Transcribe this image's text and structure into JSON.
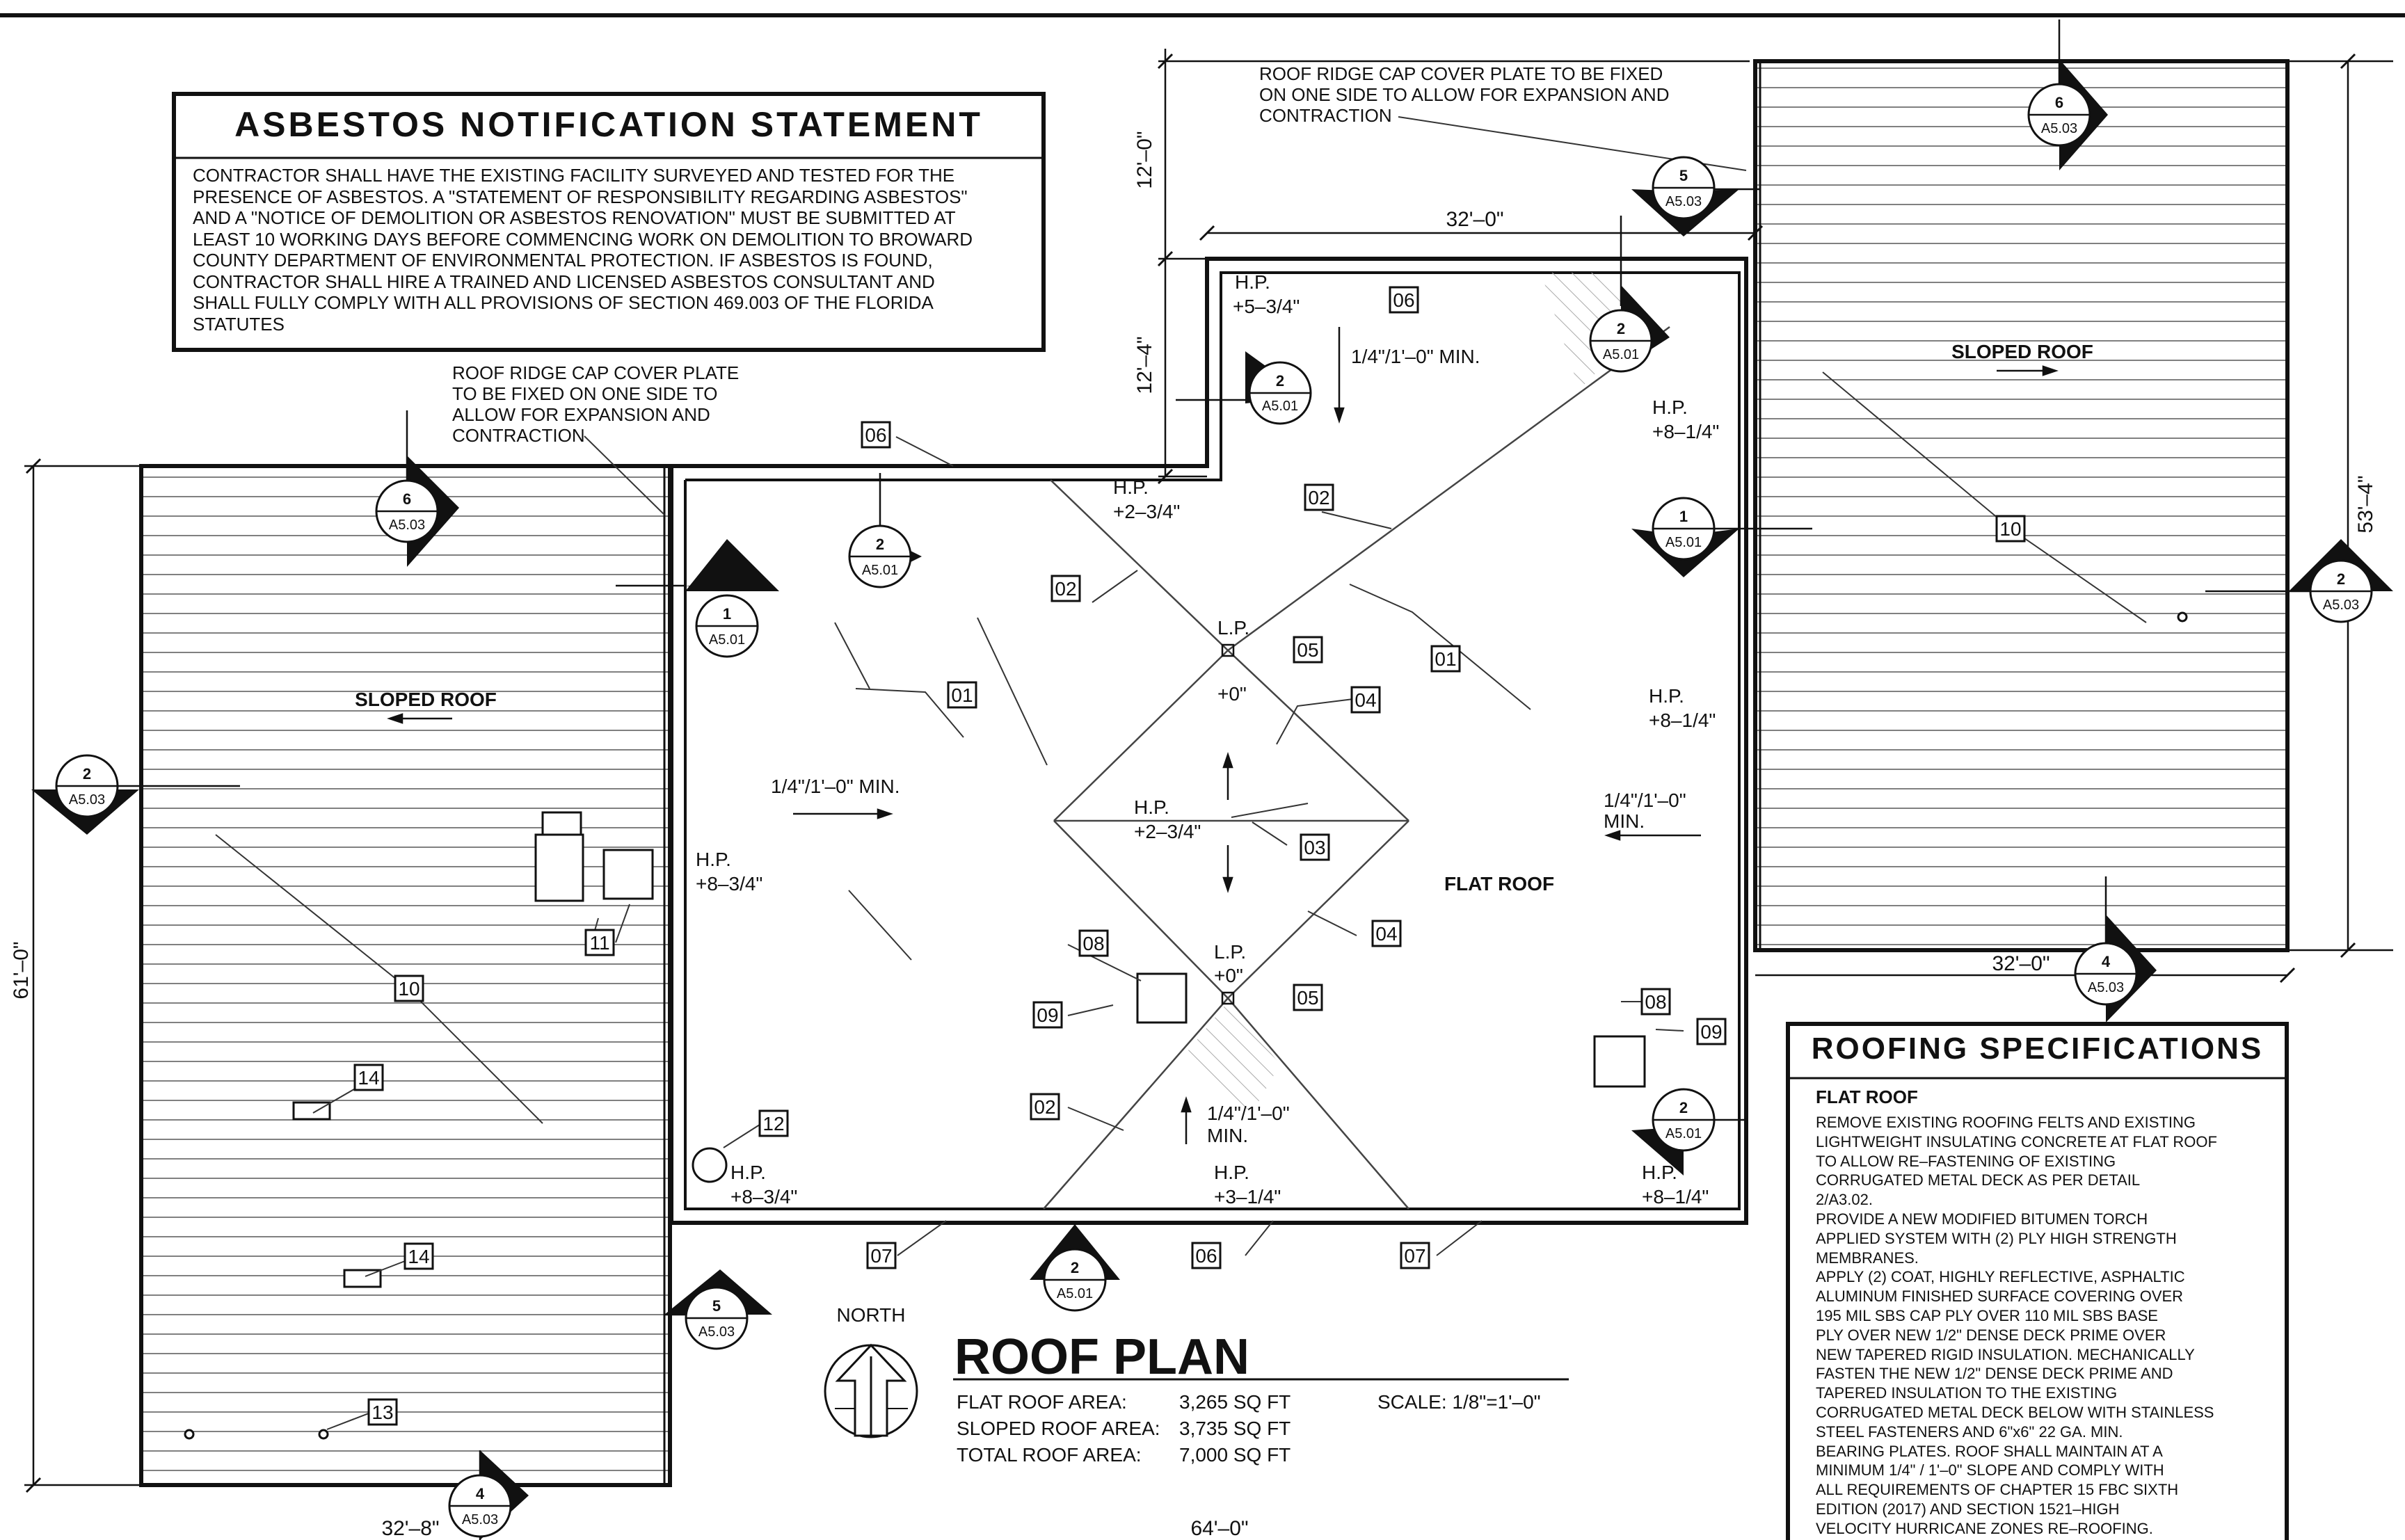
{
  "asbestos": {
    "title": "ASBESTOS NOTIFICATION STATEMENT",
    "body": "CONTRACTOR SHALL HAVE THE EXISTING FACILITY SURVEYED AND TESTED FOR THE\nPRESENCE OF ASBESTOS. A \"STATEMENT OF RESPONSIBILITY REGARDING ASBESTOS\"\nAND A \"NOTICE OF DEMOLITION OR ASBESTOS RENOVATION\" MUST BE SUBMITTED AT\nLEAST 10 WORKING DAYS BEFORE COMMENCING WORK ON DEMOLITION TO BROWARD\nCOUNTY DEPARTMENT OF ENVIRONMENTAL PROTECTION. IF ASBESTOS IS FOUND,\nCONTRACTOR SHALL HIRE A TRAINED AND LICENSED ASBESTOS CONSULTANT AND\nSHALL FULLY COMPLY WITH ALL PROVISIONS OF SECTION 469.003 OF THE FLORIDA\nSTATUTES"
  },
  "ridge_note_left": [
    "ROOF RIDGE CAP COVER PLATE",
    "TO BE FIXED ON ONE SIDE TO",
    "ALLOW FOR EXPANSION AND",
    "CONTRACTION"
  ],
  "ridge_note_right": [
    "ROOF RIDGE CAP COVER PLATE TO BE FIXED",
    "ON ONE SIDE TO ALLOW FOR EXPANSION AND",
    "CONTRACTION"
  ],
  "labels": {
    "sloped_roof": "SLOPED ROOF",
    "flat_roof": "FLAT ROOF",
    "north": "NORTH",
    "hp": "H.P.",
    "lp": "L.P."
  },
  "dimensions": {
    "top_32": "32'–0\"",
    "v_12_0": "12'–0\"",
    "v_12_4": "12'–4\"",
    "left_61": "61'–0\"",
    "right_53_4": "53'–4\"",
    "bottom_32_8": "32'–8\"",
    "bottom_64": "64'–0\"",
    "right_32": "32'–0\""
  },
  "elevations": {
    "e1": "+5–3/4\"",
    "e2": "+2–3/4\"",
    "e3": "+8–1/4\"",
    "e4": "+8–3/4\"",
    "e5": "+0\"",
    "e6": "+2–3/4\"",
    "e7": "+8–1/4\"",
    "e8": "+0\"",
    "e9": "+8–3/4\"",
    "e10": "+3–1/4\"",
    "e11": "+8–1/4\""
  },
  "slopes": {
    "s1": "1/4\"/1'–0\"  MIN.",
    "s2": "1/4\"/1'–0\"  MIN.",
    "s3a": "1/4\"/1'–0\"",
    "s3b": "MIN.",
    "s4a": "1/4\"/1'–0\"",
    "s4b": "MIN."
  },
  "tags": [
    "01",
    "02",
    "03",
    "04",
    "05",
    "06",
    "07",
    "08",
    "09",
    "10",
    "11",
    "12",
    "13",
    "14"
  ],
  "sections": {
    "s2_a501": [
      "2",
      "A5.01"
    ],
    "s1_a501": [
      "1",
      "A5.01"
    ],
    "s6_a503": [
      "6",
      "A5.03"
    ],
    "s5_a503": [
      "5",
      "A5.03"
    ],
    "s2_a503": [
      "2",
      "A5.03"
    ],
    "s4_a503": [
      "4",
      "A5.03"
    ]
  },
  "roof_plan": {
    "title": "ROOF PLAN",
    "flat_label": "FLAT ROOF AREA:",
    "flat_value": "3,265  SQ  FT",
    "sloped_label": "SLOPED ROOF AREA:",
    "sloped_value": "3,735  SQ  FT",
    "total_label": "TOTAL ROOF AREA:",
    "total_value": "7,000  SQ  FT",
    "scale": "SCALE:  1/8\"=1'–0\""
  },
  "specs": {
    "title": "ROOFING SPECIFICATIONS",
    "subtitle": "FLAT ROOF",
    "body": "REMOVE EXISTING ROOFING FELTS AND EXISTING\nLIGHTWEIGHT INSULATING CONCRETE AT FLAT ROOF\nTO ALLOW RE–FASTENING OF EXISTING\nCORRUGATED METAL DECK AS PER DETAIL\n2/A3.02.\nPROVIDE A NEW MODIFIED BITUMEN TORCH\nAPPLIED SYSTEM WITH (2) PLY HIGH STRENGTH\nMEMBRANES.\nAPPLY (2) COAT, HIGHLY REFLECTIVE, ASPHALTIC\nALUMINUM FINISHED SURFACE COVERING OVER\n195 MIL SBS CAP PLY OVER 110 MIL SBS BASE\nPLY OVER NEW 1/2\" DENSE DECK PRIME OVER\nNEW TAPERED RIGID INSULATION. MECHANICALLY\nFASTEN THE NEW 1/2\" DENSE DECK PRIME AND\nTAPERED INSULATION TO THE EXISTING\nCORRUGATED METAL DECK BELOW WITH STAINLESS\nSTEEL FASTENERS AND 6\"x6\" 22 GA. MIN.\nBEARING PLATES. ROOF SHALL MAINTAIN AT A\nMINIMUM 1/4\" / 1'–0\" SLOPE AND COMPLY WITH\nALL REQUIREMENTS OF CHAPTER 15 FBC SIXTH\nEDITION (2017) AND SECTION 1521–HIGH\nVELOCITY HURRICANE ZONES RE–ROOFING."
  }
}
